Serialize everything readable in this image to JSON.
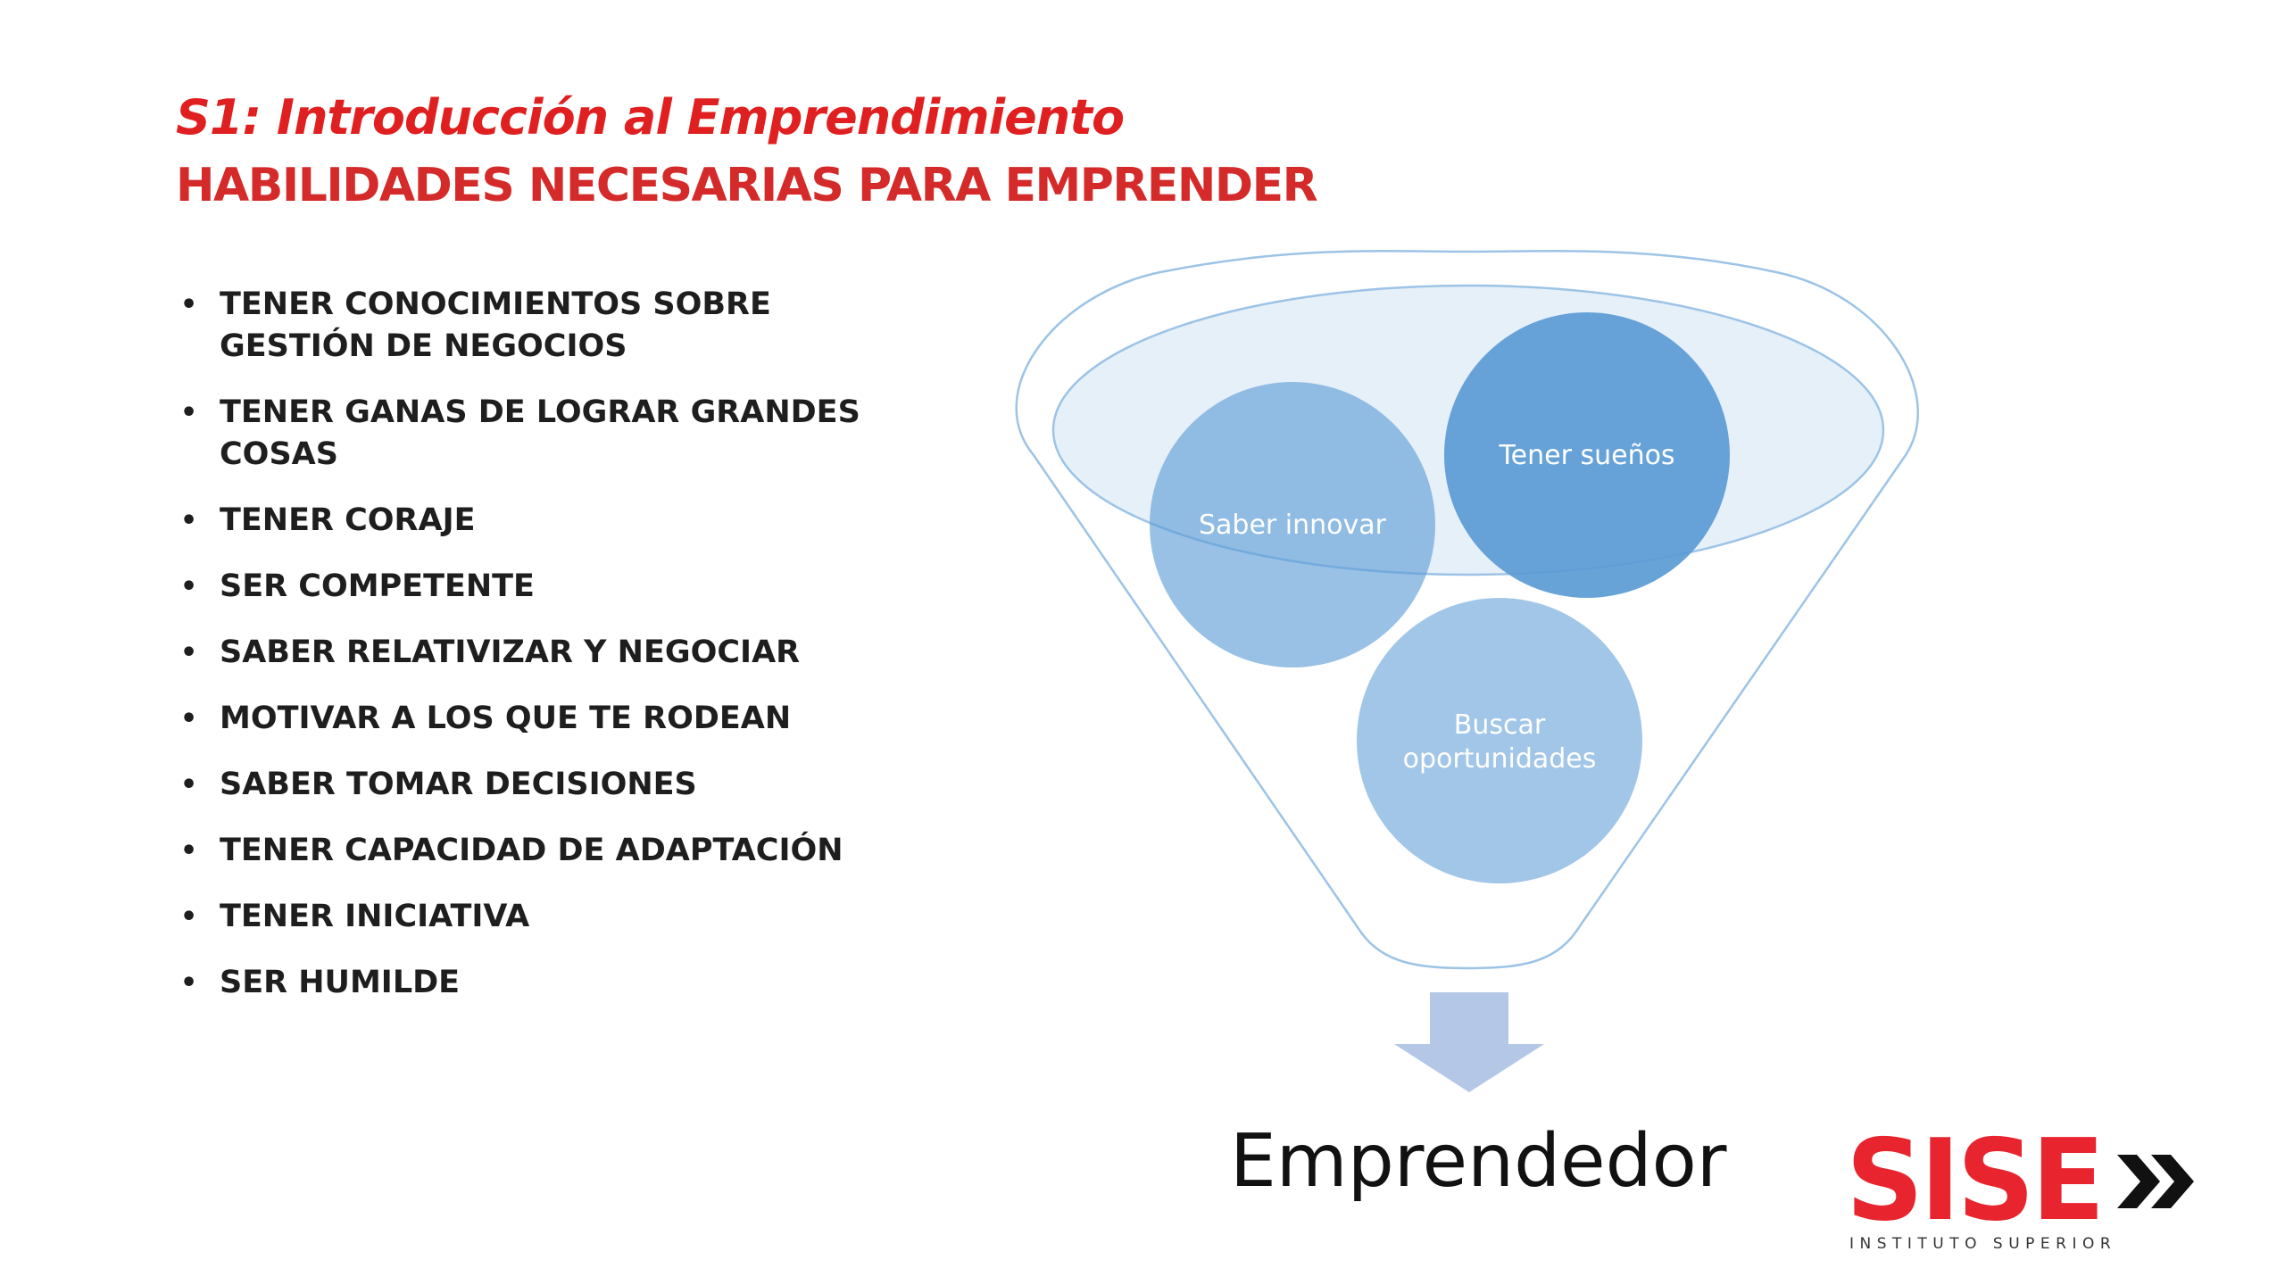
{
  "slide": {
    "title": "S1: Introducción al Emprendimiento",
    "subtitle": "HABILIDADES NECESARIAS PARA EMPRENDER"
  },
  "bullets": [
    "TENER CONOCIMIENTOS SOBRE GESTIÓN DE NEGOCIOS",
    "TENER GANAS DE LOGRAR GRANDES COSAS",
    "TENER CORAJE",
    "SER COMPETENTE",
    "SABER RELATIVIZAR Y NEGOCIAR",
    "MOTIVAR A LOS QUE TE RODEAN",
    "SABER TOMAR DECISIONES",
    "TENER CAPACIDAD DE ADAPTACIÓN",
    "TENER INICIATIVA",
    "SER HUMILDE"
  ],
  "funnel": {
    "circles": [
      {
        "label": "Saber innovar"
      },
      {
        "label": "Tener sueños"
      },
      {
        "label_line1": "Buscar",
        "label_line2": "oportunidades"
      }
    ],
    "result": "Emprendedor"
  },
  "logo": {
    "word": "SISE",
    "tagline": "INSTITUTO SUPERIOR"
  },
  "colors": {
    "title": "#e02020",
    "circle_dark": "#5b9bd5",
    "circle_light": "#9dc3e6",
    "funnel_outline": "#9dc3e6",
    "logo_red": "#e8252f"
  }
}
